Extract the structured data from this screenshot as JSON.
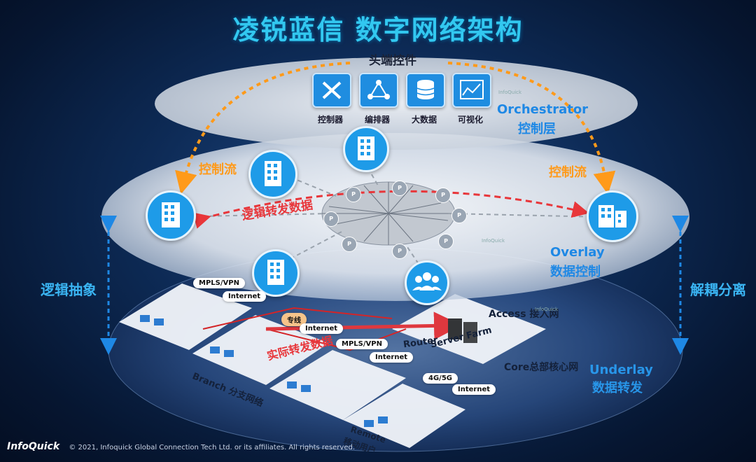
{
  "title": "凌锐蓝信 数字网络架构",
  "top_layer": {
    "header": "头端控件",
    "tools": [
      "控制器",
      "编排器",
      "大数据",
      "可视化"
    ],
    "label_en": "Orchestrator",
    "label_cn": "控制层"
  },
  "middle_layer": {
    "control_flow_left": "控制流",
    "control_flow_right": "控制流",
    "logic_data": "逻辑转发数据",
    "label_en": "Overlay",
    "label_cn": "数据控制",
    "p_node": "P"
  },
  "side_labels": {
    "left": "逻辑抽象",
    "right": "解耦分离"
  },
  "bottom_layer": {
    "mpls_vpn_1": "MPLS/VPN",
    "internet_1": "Internet",
    "internet_2": "Internet",
    "dedicated_line": "专线",
    "actual_forwarding": "实际转发数据",
    "mpls_vpn_2": "MPLS/VPN",
    "internet_3": "Internet",
    "router": "Router",
    "server_farm": "Server Farm",
    "access_en": "Access",
    "access_cn": "接入网",
    "core": "Core总部核心网",
    "g45": "4G/5G",
    "internet_4": "Internet",
    "branch": "Branch 分支网络",
    "remote_en": "Remote",
    "remote_cn": "移动用户",
    "underlay_en": "Underlay",
    "underlay_cn": "数据转发"
  },
  "watermark": "InfoQuick",
  "footer": {
    "brand": "InfoQuick",
    "copyright": "© 2021, Infoquick Global Connection Tech Ltd. or its affiliates. All rights reserved."
  },
  "colors": {
    "title": "#32c8f0",
    "accent_orange": "#ff9a1a",
    "accent_red": "#e8363a",
    "accent_blue": "#1e88e5"
  },
  "icons": [
    "tools-icon",
    "network-icon",
    "database-icon",
    "chart-icon",
    "building-icon",
    "users-icon",
    "globe-icon"
  ]
}
